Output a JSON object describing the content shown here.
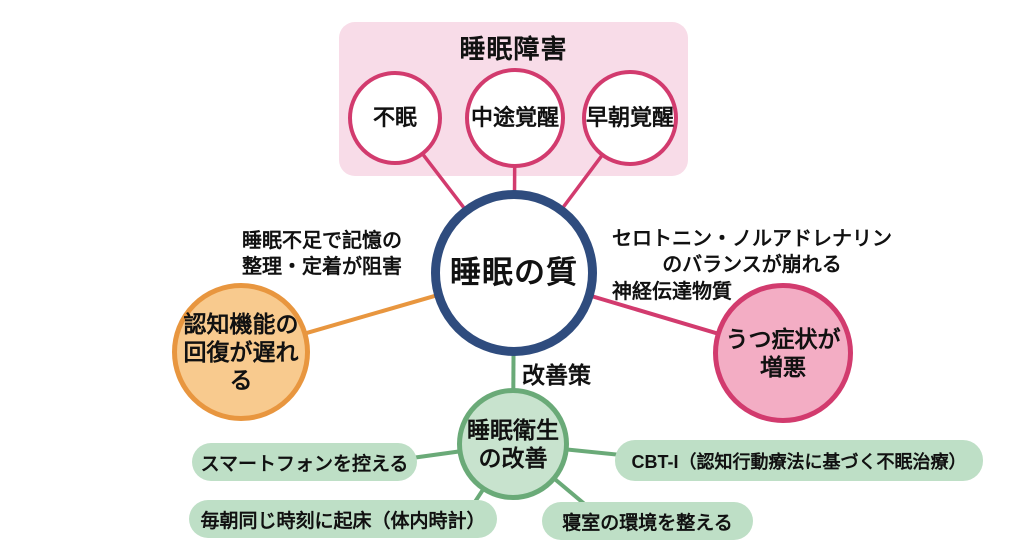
{
  "colors": {
    "background": "#ffffff",
    "pink_box_fill": "#f8dce8",
    "pink_stroke": "#d23b6e",
    "navy_stroke": "#2f4c7e",
    "orange_stroke": "#e8963f",
    "orange_fill": "#f8ca8e",
    "pink_circle_fill": "#f3adc4",
    "green_stroke": "#6aaa78",
    "green_circle_fill": "#c8e3ce",
    "pill_fill": "#bedfc6",
    "text": "#111111"
  },
  "disorders": {
    "title": "睡眠障害",
    "items": [
      "不眠",
      "中途覚醒",
      "早朝覚醒"
    ]
  },
  "center": {
    "label": "睡眠の質"
  },
  "left": {
    "note": [
      "睡眠不足で記憶の",
      "整理・定着が阻害"
    ],
    "circle": [
      "認知機能の",
      "回復が遅れる"
    ]
  },
  "right": {
    "note": [
      "セロトニン・ノルアドレナリン",
      "のバランスが崩れる",
      "神経伝達物質"
    ],
    "circle": [
      "うつ症状が",
      "増悪"
    ]
  },
  "bottom": {
    "edge_label": "改善策",
    "circle": [
      "睡眠衛生",
      "の改善"
    ],
    "measures": [
      "スマートフォンを控える",
      "CBT-I（認知行動療法に基づく不眠治療）",
      "毎朝同じ時刻に起床（体内時計）",
      "寝室の環境を整える"
    ]
  }
}
